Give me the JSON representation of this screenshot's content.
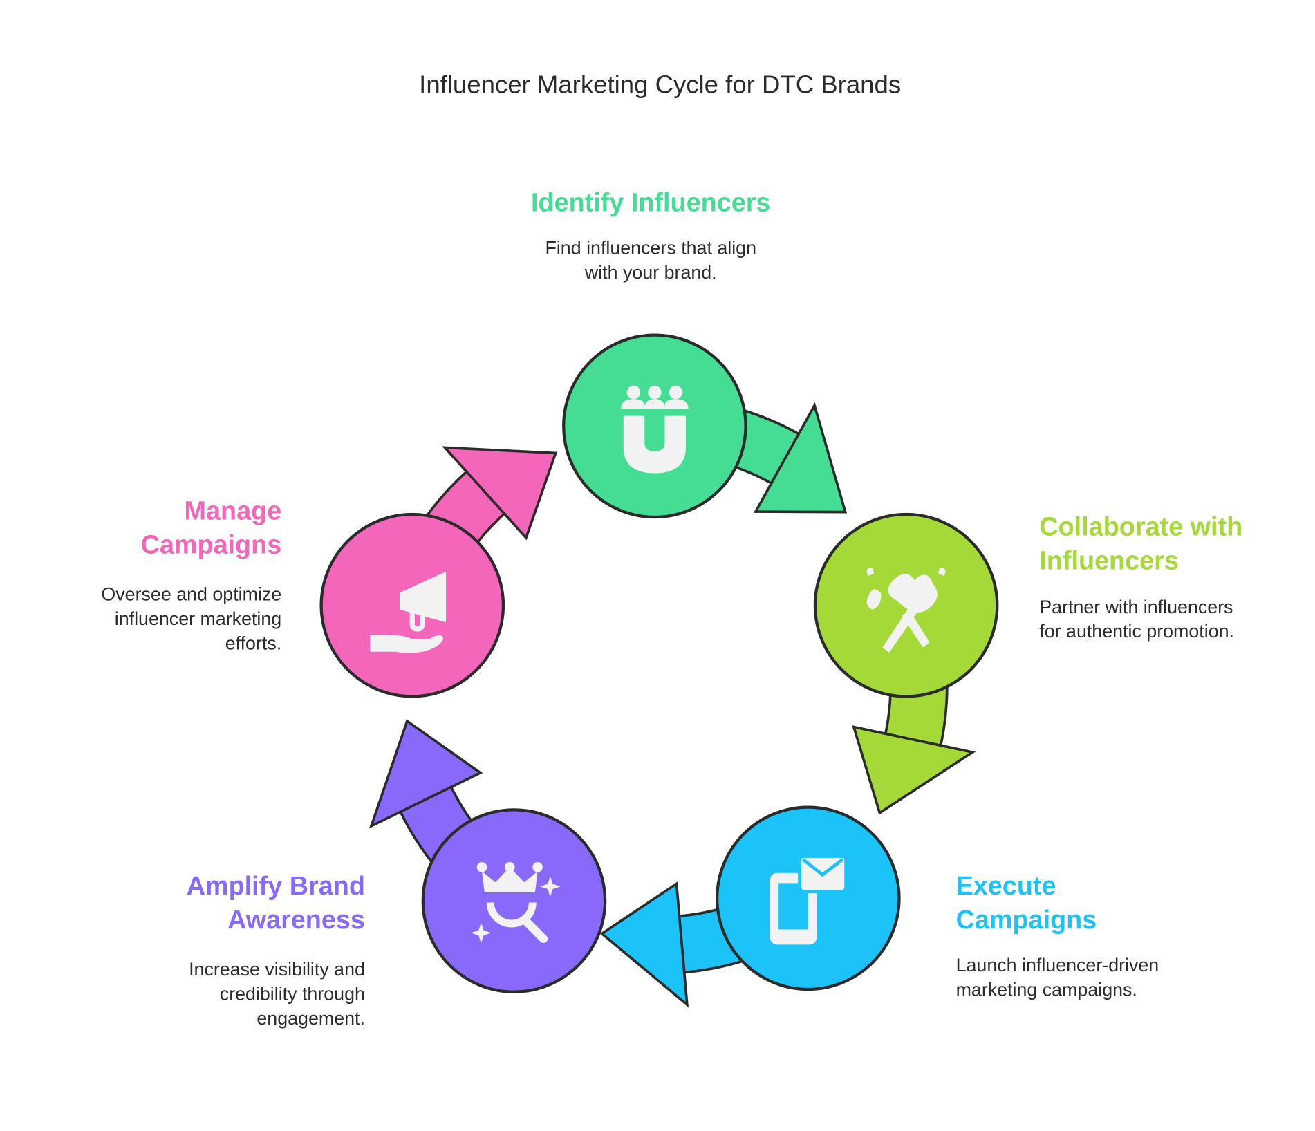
{
  "title": "Influencer Marketing Cycle for DTC Brands",
  "colors": {
    "outline": "#2b2b2b",
    "icon": "#f2f2f2"
  },
  "steps": [
    {
      "title_lines": [
        "Identify Influencers"
      ],
      "desc_lines": [
        "Find influencers that align",
        "with your brand."
      ],
      "color": "#45dd93",
      "icon": "magnet-people-icon"
    },
    {
      "title_lines": [
        "Collaborate with",
        "Influencers"
      ],
      "desc_lines": [
        "Partner with influencers",
        "for authentic promotion."
      ],
      "color": "#a5d937",
      "icon": "handshake-celebration-icon"
    },
    {
      "title_lines": [
        "Execute",
        "Campaigns"
      ],
      "desc_lines": [
        "Launch influencer-driven",
        "marketing campaigns."
      ],
      "color": "#1cc3f8",
      "icon": "phone-mail-icon"
    },
    {
      "title_lines": [
        "Amplify Brand",
        "Awareness"
      ],
      "desc_lines": [
        "Increase visibility and",
        "credibility through",
        "engagement."
      ],
      "color": "#8869fa",
      "icon": "crown-search-icon"
    },
    {
      "title_lines": [
        "Manage",
        "Campaigns"
      ],
      "desc_lines": [
        "Oversee and optimize",
        "influencer marketing",
        "efforts."
      ],
      "color": "#f466b9",
      "icon": "megaphone-hand-icon"
    }
  ]
}
